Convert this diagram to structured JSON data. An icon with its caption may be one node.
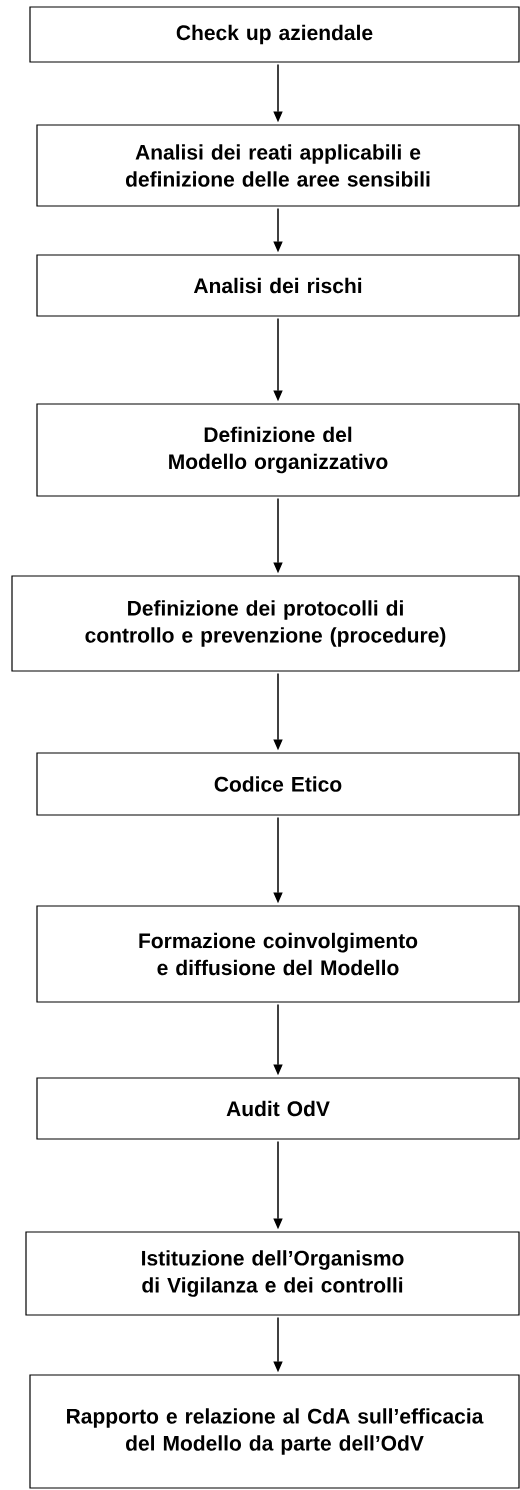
{
  "diagram": {
    "nodes": [
      {
        "text": [
          "Check up aziendale"
        ]
      },
      {
        "text": [
          "Analisi dei reati applicabili e definizione delle aree sensibili"
        ]
      },
      {
        "text": [
          "Analisi dei rischi"
        ]
      },
      {
        "text": [
          "Definizione del Modello organizzativo"
        ]
      },
      {
        "text": [
          "Definizione dei protocolli di controllo e prevenzione (procedure)"
        ]
      },
      {
        "text": [
          "Codice Etico"
        ]
      },
      {
        "text": [
          "Formazione coinvolgimento e diffusione del Modello"
        ]
      },
      {
        "text": [
          "Audit OdV"
        ]
      },
      {
        "text": [
          "Istituzione dell’Organismo di Vigilanza e dei controlli"
        ]
      },
      {
        "text": [
          "Rapporto e relazione al CdA sull’efficacia del Modello da parte dell’OdV"
        ]
      }
    ],
    "edges": [
      {
        "from": 0,
        "to": 1,
        "arrow": "to"
      },
      {
        "from": 1,
        "to": 2,
        "arrow": "to"
      },
      {
        "from": 2,
        "to": 3,
        "arrow": "to"
      },
      {
        "from": 3,
        "to": 4,
        "arrow": "to"
      },
      {
        "from": 4,
        "to": 5,
        "arrow": "to"
      },
      {
        "from": 5,
        "to": 6,
        "arrow": "to"
      },
      {
        "from": 6,
        "to": 7,
        "arrow": "to"
      },
      {
        "from": 7,
        "to": 8,
        "arrow": "to"
      },
      {
        "from": 8,
        "to": 9,
        "arrow": "to"
      }
    ]
  }
}
